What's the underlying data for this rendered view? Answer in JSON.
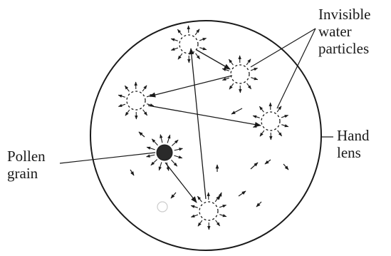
{
  "labels": {
    "invisible_water_particles": [
      "Invisible",
      "water",
      "particles"
    ],
    "hand_lens": [
      "Hand",
      "lens"
    ],
    "pollen_grain": [
      "Pollen",
      "grain"
    ]
  },
  "icons": {
    "water_particle": "dashed-circle-with-outward-arrows",
    "pollen_grain": "filled-dark-circle",
    "small_particle": "short-arrow"
  },
  "colors": {
    "ink": "#1a1a1a",
    "pollen": "#2a2a2a",
    "background": "#ffffff"
  }
}
